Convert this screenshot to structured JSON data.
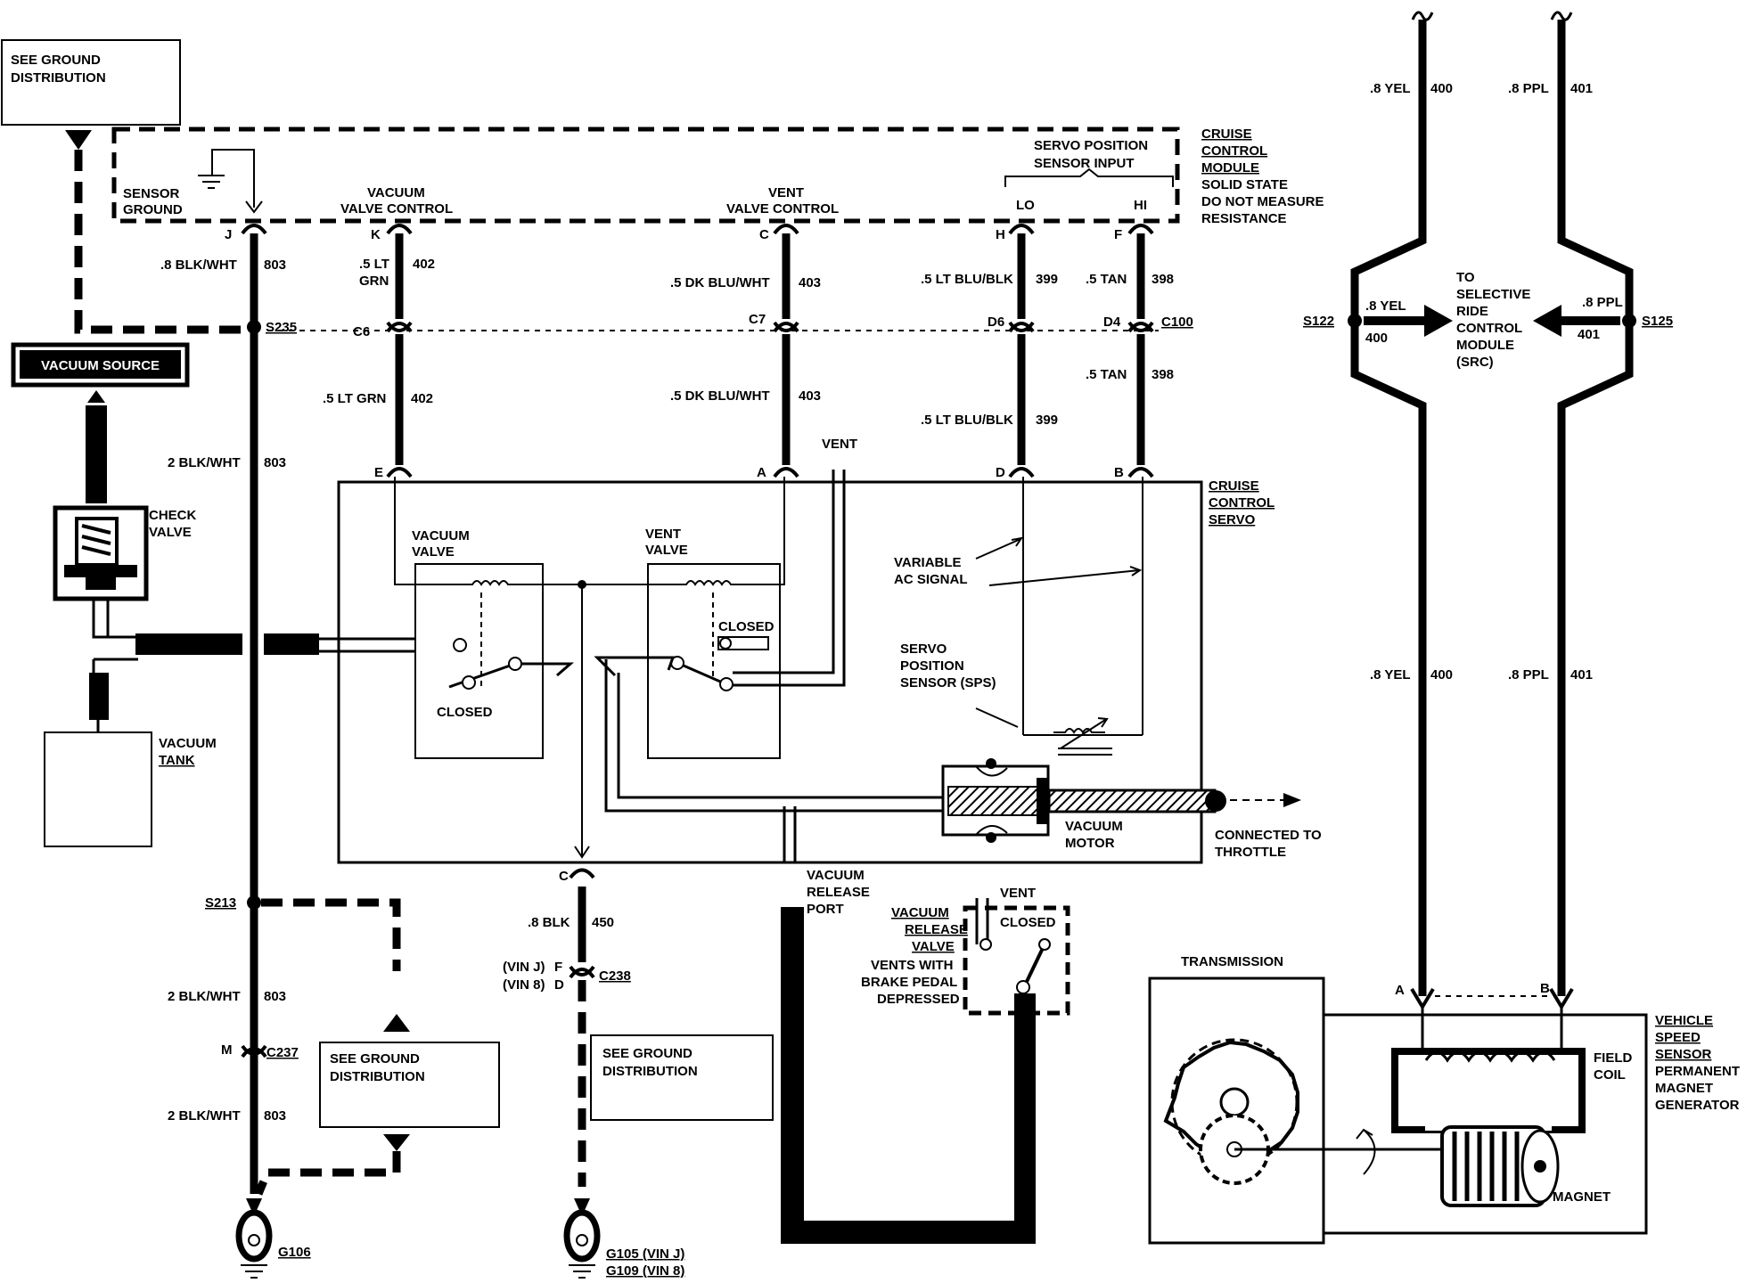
{
  "ground_dist_top": [
    "SEE GROUND",
    "DISTRIBUTION"
  ],
  "ground_dist_mid": [
    "SEE GROUND",
    "DISTRIBUTION"
  ],
  "ground_dist_low": [
    "SEE GROUND",
    "DISTRIBUTION"
  ],
  "vacuum_source": "VACUUM SOURCE",
  "check_valve": [
    "CHECK",
    "VALVE"
  ],
  "vacuum_tank": [
    "VACUUM",
    "TANK"
  ],
  "sensor_ground": [
    "SENSOR",
    "GROUND"
  ],
  "vacuum_valve_control": [
    "VACUUM",
    "VALVE CONTROL"
  ],
  "vent_valve_control": [
    "VENT",
    "VALVE CONTROL"
  ],
  "servo_position_sensor_input": [
    "SERVO POSITION",
    "SENSOR INPUT"
  ],
  "lo": "LO",
  "hi": "HI",
  "ccm": [
    "CRUISE",
    "CONTROL",
    "MODULE",
    "SOLID STATE",
    "DO NOT MEASURE",
    "RESISTANCE"
  ],
  "pins": {
    "j": "J",
    "k": "K",
    "c": "C",
    "h": "H",
    "f": "F",
    "e": "E",
    "a": "A",
    "d": "D",
    "b": "B",
    "c2": "C",
    "va": "A",
    "vb": "B"
  },
  "wires": {
    "w803a": ".8 BLK/WHT",
    "n803a": "803",
    "w402a1": ".5 LT",
    "w402a2": "GRN",
    "n402a": "402",
    "w403a": ".5 DK BLU/WHT",
    "n403a": "403",
    "w399a": ".5 LT BLU/BLK",
    "n399a": "399",
    "w398a": ".5 TAN",
    "n398a": "398",
    "w402b": ".5 LT GRN",
    "n402b": "402",
    "w403b": ".5 DK BLU/WHT",
    "n403b": "403",
    "w399b": ".5 LT BLU/BLK",
    "n399b": "399",
    "w398b": ".5 TAN",
    "n398b": "398",
    "w803b": "2 BLK/WHT",
    "n803b": "803",
    "w803c": "2 BLK/WHT",
    "n803c": "803",
    "w803d": "2 BLK/WHT",
    "n803d": "803",
    "w450": ".8 BLK",
    "n450": "450",
    "w400a": ".8 YEL",
    "n400a": "400",
    "w401a": ".8 PPL",
    "n401a": "401",
    "w400b": ".8 YEL",
    "n400b": "400",
    "w401b": ".8 PPL",
    "n401b": "401",
    "w400c": ".8 YEL",
    "n400c": "400",
    "w401c": ".8 PPL",
    "n401c": "401"
  },
  "connectors": {
    "c6": "C6",
    "c7": "C7",
    "d6": "D6",
    "d4": "D4",
    "c100": "C100",
    "m": "M",
    "c237": "C237",
    "f": "F",
    "d": "D",
    "c238": "C238",
    "vinj": "(VIN J)",
    "vin8": "(VIN 8)"
  },
  "splices": {
    "s235": "S235",
    "s213": "S213",
    "s122": "S122",
    "s125": "S125"
  },
  "grounds": {
    "g106": "G106",
    "g105": "G105 (VIN J)",
    "g109": "G109 (VIN 8)"
  },
  "vent_label": "VENT",
  "vacuum_valve": [
    "VACUUM",
    "VALVE"
  ],
  "vent_valve": [
    "VENT",
    "VALVE"
  ],
  "closed_a": "CLOSED",
  "closed_b": "CLOSED",
  "closed_c": "CLOSED",
  "variable_ac": [
    "VARIABLE",
    "AC SIGNAL"
  ],
  "sps": [
    "SERVO",
    "POSITION",
    "SENSOR (SPS)"
  ],
  "vacuum_motor": [
    "VACUUM",
    "MOTOR"
  ],
  "connected_throttle": [
    "CONNECTED TO",
    "THROTTLE"
  ],
  "cruise_servo": [
    "CRUISE",
    "CONTROL",
    "SERVO"
  ],
  "vacuum_release_port": [
    "VACUUM",
    "RELEASE",
    "PORT"
  ],
  "vacuum_release_valve": [
    "VACUUM",
    "RELEASE",
    "VALVE"
  ],
  "vent_closed": "VENT",
  "vents_with": [
    "VENTS WITH",
    "BRAKE PEDAL",
    "DEPRESSED"
  ],
  "src": [
    "TO",
    "SELECTIVE",
    "RIDE",
    "CONTROL",
    "MODULE",
    "(SRC)"
  ],
  "transmission": "TRANSMISSION",
  "field_coil": [
    "FIELD",
    "COIL"
  ],
  "magnet": "MAGNET",
  "vss": [
    "VEHICLE",
    "SPEED",
    "SENSOR",
    "PERMANENT",
    "MAGNET",
    "GENERATOR"
  ]
}
